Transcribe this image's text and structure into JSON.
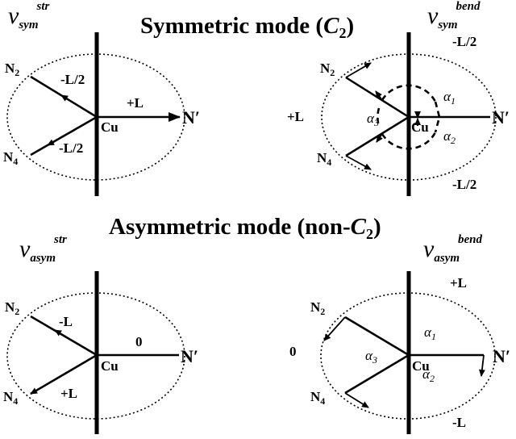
{
  "headings": {
    "symmetric_text": "Symmetric mode (",
    "symmetric_italic": "C",
    "symmetric_sub": "2",
    "symmetric_close": ")",
    "asymmetric_text": "Asymmetric mode (non-",
    "asymmetric_italic": "C",
    "asymmetric_sub": "2",
    "asymmetric_close": ")"
  },
  "panels": {
    "sym_str": {
      "symbol": "ν",
      "subscript": "sym",
      "superscript": "str",
      "n2": "N",
      "n2_sub": "2",
      "n4": "N",
      "n4_sub": "4",
      "nprime": "N′",
      "cu": "Cu",
      "load_n2": "-L/2",
      "load_n4": "-L/2",
      "load_nprime": "+L"
    },
    "sym_bend": {
      "symbol": "ν",
      "subscript": "sym",
      "superscript": "bend",
      "n2": "N",
      "n2_sub": "2",
      "n4": "N",
      "n4_sub": "4",
      "nprime": "N′",
      "cu": "Cu",
      "load_top": "-L/2",
      "load_left": "+L",
      "load_bottom": "-L/2",
      "a1": "α",
      "a1_sub": "1",
      "a2": "α",
      "a2_sub": "2",
      "a3": "α",
      "a3_sub": "3"
    },
    "asym_str": {
      "symbol": "ν",
      "subscript": "asym",
      "superscript": "str",
      "n2": "N",
      "n2_sub": "2",
      "n4": "N",
      "n4_sub": "4",
      "nprime": "N′",
      "cu": "Cu",
      "load_n2": "-L",
      "load_n4": "+L",
      "load_nprime": "0"
    },
    "asym_bend": {
      "symbol": "ν",
      "subscript": "asym",
      "superscript": "bend",
      "n2": "N",
      "n2_sub": "2",
      "n4": "N",
      "n4_sub": "4",
      "nprime": "N′",
      "cu": "Cu",
      "load_top": "+L",
      "load_left": "0",
      "load_bottom": "-L",
      "a1": "α",
      "a1_sub": "1",
      "a2": "α",
      "a2_sub": "2",
      "a3": "α",
      "a3_sub": "3"
    }
  }
}
